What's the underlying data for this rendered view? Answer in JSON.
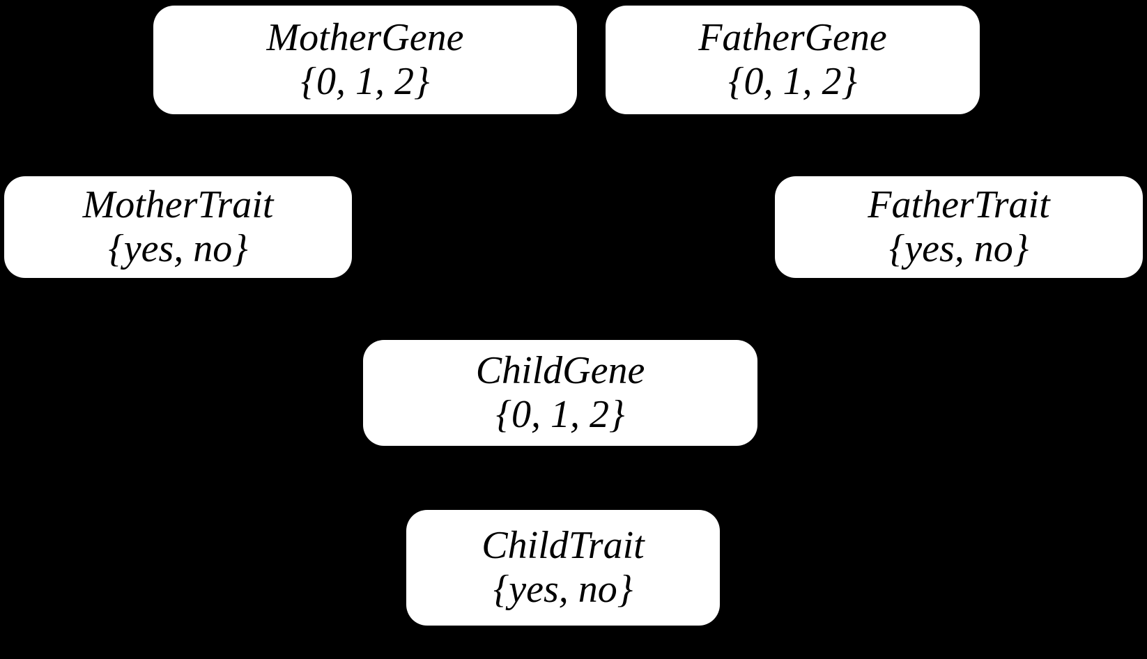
{
  "diagram": {
    "type": "bayesian-network",
    "background_color": "#000000",
    "node_fill_color": "#ffffff",
    "node_text_color": "#000000",
    "nodes": [
      {
        "id": "mother-gene",
        "title": "MotherGene",
        "domain": "{0, 1, 2}"
      },
      {
        "id": "father-gene",
        "title": "FatherGene",
        "domain": "{0, 1, 2}"
      },
      {
        "id": "mother-trait",
        "title": "MotherTrait",
        "domain": "{yes, no}"
      },
      {
        "id": "father-trait",
        "title": "FatherTrait",
        "domain": "{yes, no}"
      },
      {
        "id": "child-gene",
        "title": "ChildGene",
        "domain": "{0, 1, 2}"
      },
      {
        "id": "child-trait",
        "title": "ChildTrait",
        "domain": "{yes, no}"
      }
    ]
  }
}
